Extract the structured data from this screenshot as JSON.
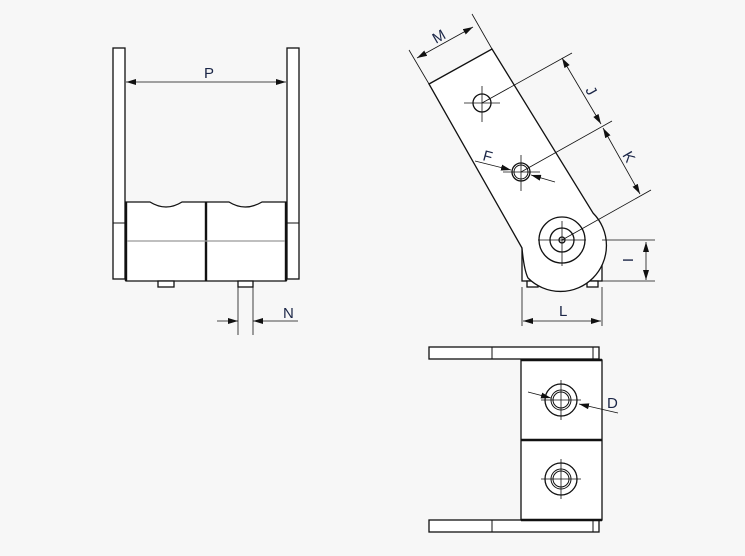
{
  "title": "Hinge dimension drawing",
  "colors": {
    "label": "#1b2647",
    "line": "#111111",
    "background": "#f7f7f7"
  },
  "labels": {
    "P": "P",
    "N": "N",
    "M": "M",
    "J": "J",
    "K": "K",
    "F": "F",
    "I": "I",
    "L": "L",
    "D": "D"
  }
}
